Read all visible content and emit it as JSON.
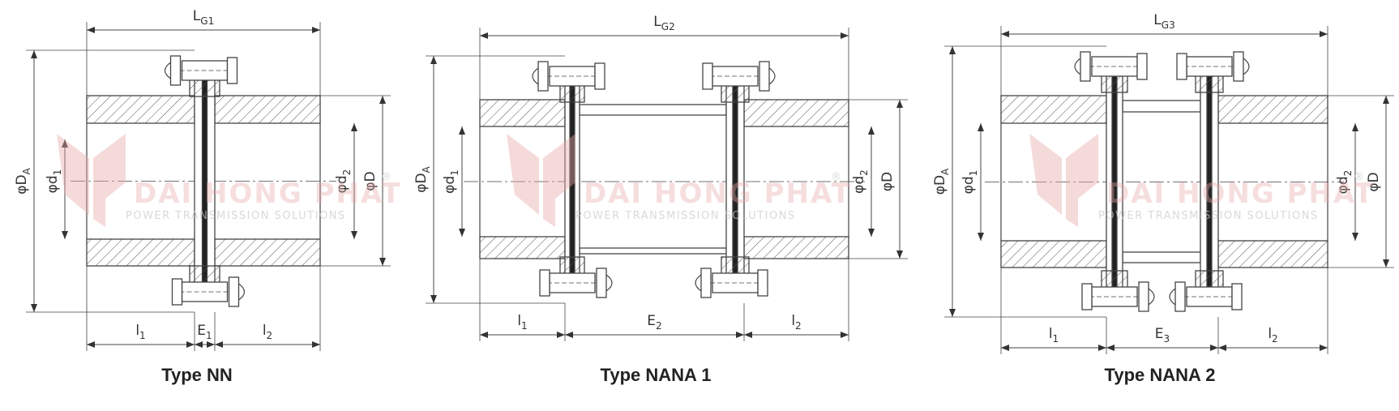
{
  "drawings": [
    {
      "title": "Type NN",
      "overall": {
        "main": "L",
        "sub": "G1"
      },
      "gap": {
        "main": "E",
        "sub": "1"
      },
      "l1": {
        "main": "l",
        "sub": "1"
      },
      "l2": {
        "main": "l",
        "sub": "2"
      },
      "DA": {
        "main": "φD",
        "sub": "A"
      },
      "d1": {
        "main": "φd",
        "sub": "1"
      },
      "d2": {
        "main": "φd",
        "sub": "2"
      },
      "D": {
        "main": "φD",
        "sub": ""
      }
    },
    {
      "title": "Type NANA 1",
      "overall": {
        "main": "L",
        "sub": "G2"
      },
      "gap": {
        "main": "E",
        "sub": "2"
      },
      "l1": {
        "main": "l",
        "sub": "1"
      },
      "l2": {
        "main": "l",
        "sub": "2"
      },
      "DA": {
        "main": "φD",
        "sub": "A"
      },
      "d1": {
        "main": "φd",
        "sub": "1"
      },
      "d2": {
        "main": "φd",
        "sub": "2"
      },
      "D": {
        "main": "φD",
        "sub": ""
      }
    },
    {
      "title": "Type NANA 2",
      "overall": {
        "main": "L",
        "sub": "G3"
      },
      "gap": {
        "main": "E",
        "sub": "3"
      },
      "l1": {
        "main": "l",
        "sub": "1"
      },
      "l2": {
        "main": "l",
        "sub": "2"
      },
      "DA": {
        "main": "φD",
        "sub": "A"
      },
      "d1": {
        "main": "φd",
        "sub": "1"
      },
      "d2": {
        "main": "φd",
        "sub": "2"
      },
      "D": {
        "main": "φD",
        "sub": ""
      }
    }
  ],
  "watermark": {
    "brand": "DAI HONG PHAT",
    "tagline": "POWER TRANSMISSION SOLUTIONS",
    "registered": "®"
  },
  "colors": {
    "line": "#333333",
    "watermark": "#e8a8a8"
  }
}
